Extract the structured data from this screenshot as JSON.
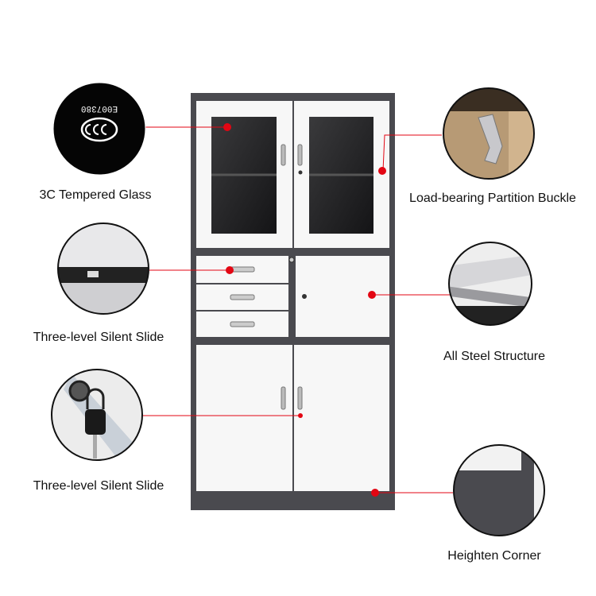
{
  "labels": {
    "glass": "3C Tempered Glass",
    "slide1": "Three-level Silent Slide",
    "slide2": "Three-level Silent Slide",
    "buckle": "Load-bearing Partition Buckle",
    "steel": "All Steel Structure",
    "corner": "Heighten Corner"
  },
  "certification_mark_text": "E007380",
  "colors": {
    "frame": "#4a4a4f",
    "panel": "#f7f7f7",
    "accent": "#e30613"
  }
}
